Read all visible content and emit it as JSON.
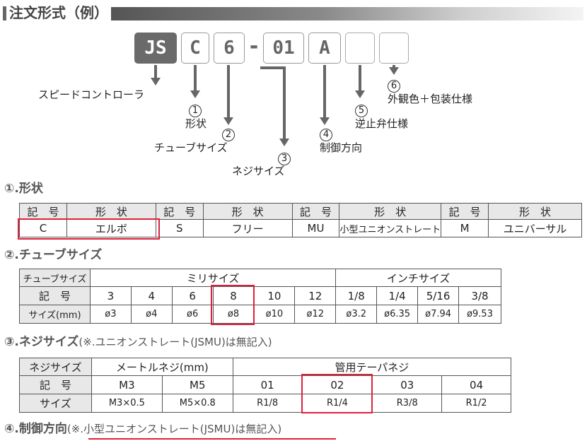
{
  "header": {
    "title": "注文形式（例）"
  },
  "code": {
    "segments": [
      "JS",
      "C",
      "6",
      "-",
      "01",
      "A",
      "",
      ""
    ]
  },
  "callouts": {
    "speed_controller": "スピードコントローラ",
    "c1": {
      "num": "1",
      "label": "形状"
    },
    "c2": {
      "num": "2",
      "label": "チューブサイズ"
    },
    "c3": {
      "num": "3",
      "label": "ネジサイズ"
    },
    "c4": {
      "num": "4",
      "label": "制御方向"
    },
    "c5": {
      "num": "5",
      "label": "逆止弁仕様"
    },
    "c6": {
      "num": "6",
      "label": "外観色＋包装仕様"
    }
  },
  "shape_section": {
    "title": "①.形状",
    "h_symbol": "記　号",
    "h_shape": "形　状",
    "items": [
      {
        "code": "C",
        "name": "エルボ"
      },
      {
        "code": "S",
        "name": "フリー"
      },
      {
        "code": "MU",
        "name": "小型ユニオンストレート"
      },
      {
        "code": "M",
        "name": "ユニバーサル"
      }
    ]
  },
  "tube_section": {
    "title": "②.チューブサイズ",
    "corner": "チューブサイズ",
    "metric": "ミリサイズ",
    "inch": "インチサイズ",
    "row_symbol": "記　号",
    "row_size": "サイズ(mm)",
    "symbols": [
      "3",
      "4",
      "6",
      "8",
      "10",
      "12",
      "1/8",
      "1/4",
      "5/16",
      "3/8"
    ],
    "sizes": [
      "ø3",
      "ø4",
      "ø6",
      "ø8",
      "ø10",
      "ø12",
      "ø3.2",
      "ø6.35",
      "ø7.94",
      "ø9.53"
    ]
  },
  "thread_section": {
    "title": "③.ネジサイズ",
    "note": "(※.ユニオンストレート(JSMU)は無記入)",
    "corner": "ネジサイズ",
    "metric": "メートルネジ(mm)",
    "pipe": "管用テーパネジ",
    "row_symbol": "記　号",
    "row_size": "サイズ",
    "symbols": [
      "M3",
      "M5",
      "01",
      "02",
      "03",
      "04"
    ],
    "sizes": [
      "M3×0.5",
      "M5×0.8",
      "R1/8",
      "R1/4",
      "R3/8",
      "R1/2"
    ]
  },
  "control_section": {
    "title": "④.制御方向",
    "note": "(※.小型ユニオンストレート(JSMU)は無記入)"
  }
}
